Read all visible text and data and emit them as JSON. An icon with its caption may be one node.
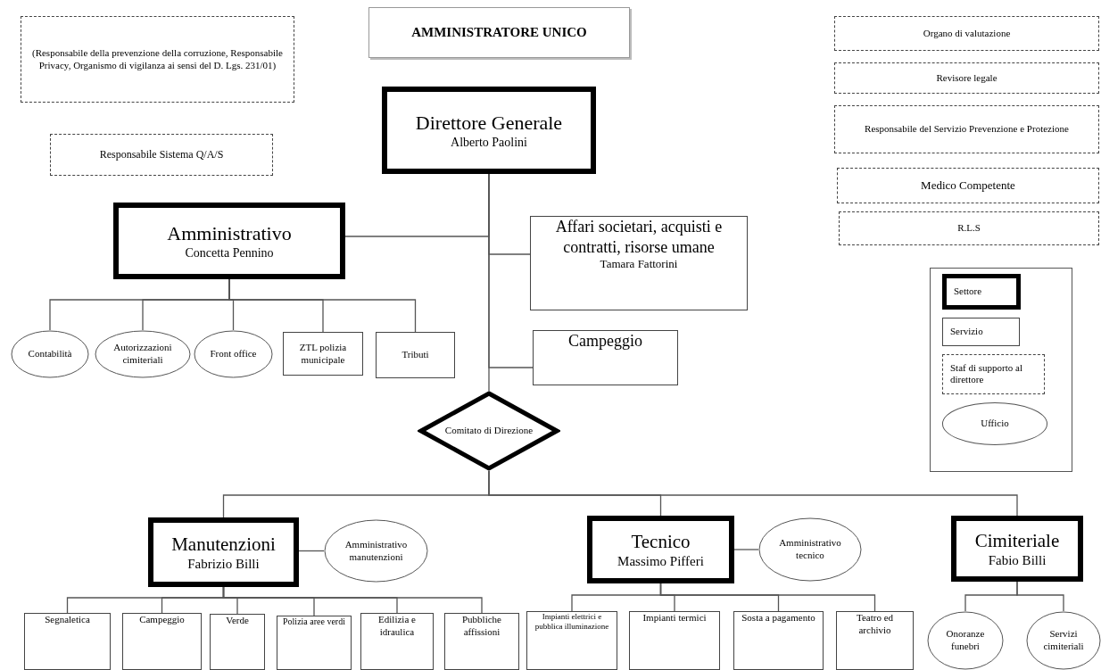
{
  "diagram": {
    "nodes": [
      {
        "text": [
          "AMMINISTRATORE UNICO"
        ]
      },
      {
        "text": [
          "(Responsabile della prevenzione della corruzione, Responsabile Privacy, Organismo di vigilanza ai sensi del D. Lgs. 231/01)"
        ]
      },
      {
        "text": [
          "Responsabile Sistema Q/A/S"
        ]
      },
      {
        "text": [
          "Direttore Generale",
          "Alberto Paolini"
        ]
      },
      {
        "text": [
          "Organo di valutazione"
        ]
      },
      {
        "text": [
          "Revisore legale"
        ]
      },
      {
        "text": [
          "Responsabile del Servizio Prevenzione e Protezione"
        ]
      },
      {
        "text": [
          "Medico Competente"
        ]
      },
      {
        "text": [
          "R.L.S"
        ]
      },
      {
        "text": [
          "Amministrativo",
          "Concetta Pennino"
        ]
      },
      {
        "text": [
          "Affari societari, acquisti e contratti, risorse umane",
          "Tamara Fattorini"
        ]
      },
      {
        "text": [
          "Contabilità"
        ]
      },
      {
        "text": [
          "Autorizzazioni cimiteriali"
        ]
      },
      {
        "text": [
          "Front office"
        ]
      },
      {
        "text": [
          "ZTL polizia municipale"
        ]
      },
      {
        "text": [
          "Tributi"
        ]
      },
      {
        "text": [
          "Campeggio"
        ]
      },
      {
        "text": [
          "Comitato di Direzione"
        ]
      },
      {
        "text": [
          "Manutenzioni",
          "Fabrizio Billi"
        ]
      },
      {
        "text": [
          "Amministrativo manutenzioni"
        ]
      },
      {
        "text": [
          "Tecnico",
          "Massimo Pifferi"
        ]
      },
      {
        "text": [
          "Amministrativo tecnico"
        ]
      },
      {
        "text": [
          "Cimiteriale",
          "Fabio Billi"
        ]
      },
      {
        "text": [
          "Segnaletica"
        ]
      },
      {
        "text": [
          "Campeggio"
        ]
      },
      {
        "text": [
          "Verde"
        ]
      },
      {
        "text": [
          "Polizia aree verdi"
        ]
      },
      {
        "text": [
          "Edilizia e idraulica"
        ]
      },
      {
        "text": [
          "Pubbliche affissioni"
        ]
      },
      {
        "text": [
          "Impianti elettrici e pubblica illuminazione"
        ]
      },
      {
        "text": [
          "Impianti termici"
        ]
      },
      {
        "text": [
          "Sosta a pagamento"
        ]
      },
      {
        "text": [
          "Teatro ed archivio"
        ]
      },
      {
        "text": [
          "Onoranze funebri"
        ]
      },
      {
        "text": [
          "Servizi cimiteriali"
        ]
      }
    ],
    "edges": [
      {
        "from": 3,
        "to": 9,
        "arrow": "none"
      },
      {
        "from": 3,
        "to": 10,
        "arrow": "none"
      },
      {
        "from": 3,
        "to": 16,
        "arrow": "none"
      },
      {
        "from": 3,
        "to": 17,
        "arrow": "none"
      },
      {
        "from": 9,
        "to": 11,
        "arrow": "none"
      },
      {
        "from": 9,
        "to": 12,
        "arrow": "none"
      },
      {
        "from": 9,
        "to": 13,
        "arrow": "none"
      },
      {
        "from": 9,
        "to": 14,
        "arrow": "none"
      },
      {
        "from": 9,
        "to": 15,
        "arrow": "none"
      },
      {
        "from": 17,
        "to": 18,
        "arrow": "none"
      },
      {
        "from": 17,
        "to": 20,
        "arrow": "none"
      },
      {
        "from": 17,
        "to": 22,
        "arrow": "none"
      },
      {
        "from": 18,
        "to": 19,
        "arrow": "none"
      },
      {
        "from": 18,
        "to": 23,
        "arrow": "none"
      },
      {
        "from": 18,
        "to": 24,
        "arrow": "none"
      },
      {
        "from": 18,
        "to": 25,
        "arrow": "none"
      },
      {
        "from": 18,
        "to": 26,
        "arrow": "none"
      },
      {
        "from": 18,
        "to": 27,
        "arrow": "none"
      },
      {
        "from": 18,
        "to": 28,
        "arrow": "none"
      },
      {
        "from": 20,
        "to": 21,
        "arrow": "none"
      },
      {
        "from": 20,
        "to": 29,
        "arrow": "none"
      },
      {
        "from": 20,
        "to": 30,
        "arrow": "none"
      },
      {
        "from": 20,
        "to": 31,
        "arrow": "none"
      },
      {
        "from": 20,
        "to": 32,
        "arrow": "none"
      },
      {
        "from": 22,
        "to": 33,
        "arrow": "none"
      },
      {
        "from": 22,
        "to": 34,
        "arrow": "none"
      }
    ],
    "legend": [
      {
        "text": "Settore"
      },
      {
        "text": "Servizio"
      },
      {
        "text": "Staf di supporto al direttore"
      },
      {
        "text": "Ufficio"
      }
    ]
  }
}
